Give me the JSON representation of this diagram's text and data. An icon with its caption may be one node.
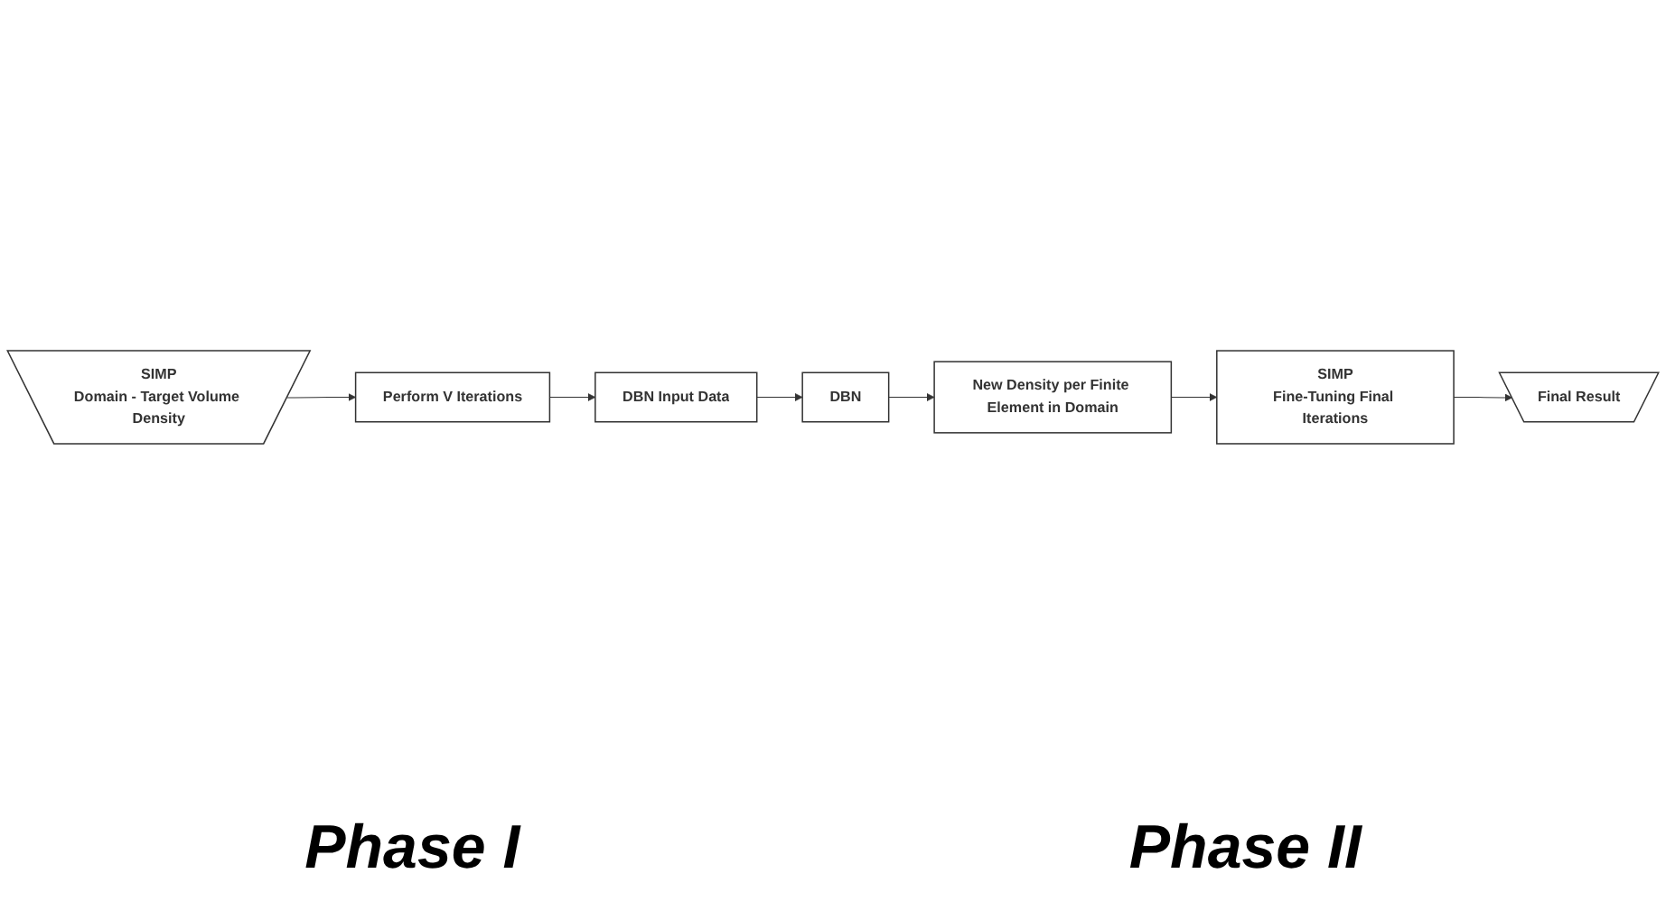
{
  "diagram": {
    "nodes": [
      {
        "text": [
          "SIMP",
          "Domain - Target Volume Density"
        ]
      },
      {
        "text": [
          "Perform V Iterations"
        ]
      },
      {
        "text": [
          "DBN Input Data"
        ]
      },
      {
        "text": [
          "DBN"
        ]
      },
      {
        "text": [
          "New Density per Finite Element in Domain"
        ]
      },
      {
        "text": [
          "SIMP",
          "Fine-Tuning Final Iterations"
        ]
      },
      {
        "text": [
          "Final Result"
        ]
      }
    ],
    "edges": [
      {
        "from": 0,
        "to": 1,
        "arrow": "to"
      },
      {
        "from": 1,
        "to": 2,
        "arrow": "to"
      },
      {
        "from": 2,
        "to": 3,
        "arrow": "to"
      },
      {
        "from": 3,
        "to": 4,
        "arrow": "to"
      },
      {
        "from": 4,
        "to": 5,
        "arrow": "to"
      },
      {
        "from": 5,
        "to": 6,
        "arrow": "to"
      }
    ],
    "labels": [
      "Phase I",
      "Phase II"
    ]
  }
}
